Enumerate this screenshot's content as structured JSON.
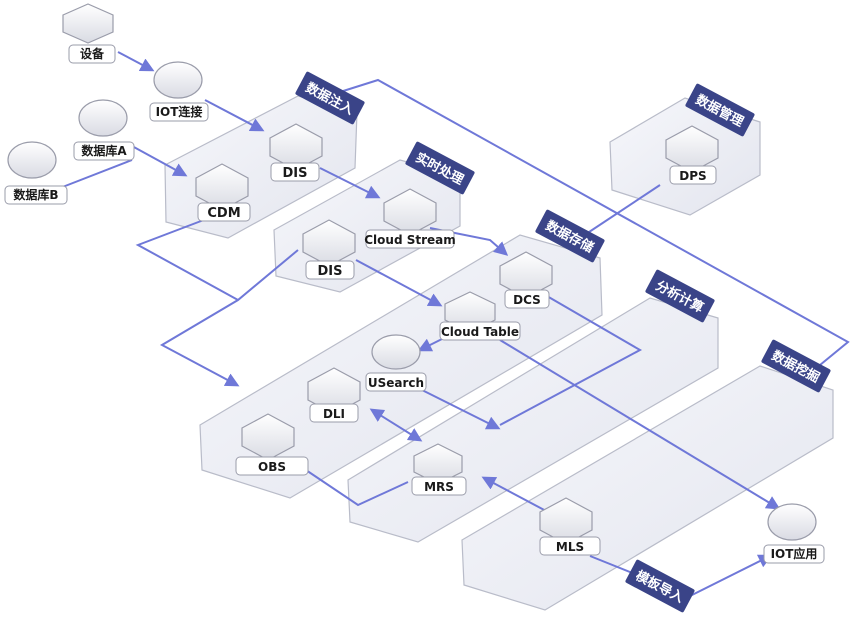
{
  "colors": {
    "accent": "#6f78d8",
    "tag_bg": "#3a4488",
    "tag_text": "#ffffff",
    "panel_fill": "#eef0f6",
    "panel_stroke": "#b9bcc9",
    "label_bg": "#ffffff",
    "label_text": "#1a1a1a"
  },
  "sources": {
    "device": "设备",
    "iot_connect": "IOT连接",
    "db_a": "数据库A",
    "db_b": "数据库B"
  },
  "zones": {
    "ingest": "数据注入",
    "realtime": "实时处理",
    "manage": "数据管理",
    "storage": "数据存储",
    "analytics": "分析计算",
    "mining": "数据挖掘",
    "template": "模板导入"
  },
  "nodes": {
    "dis_top": "DIS",
    "cdm": "CDM",
    "cloud_stream": "Cloud Stream",
    "dis_mid": "DIS",
    "dps": "DPS",
    "dcs": "DCS",
    "cloud_table": "Cloud Table",
    "usearch": "USearch",
    "dli": "DLI",
    "obs": "OBS",
    "mrs": "MRS",
    "mls": "MLS",
    "iot_app": "IOT应用"
  }
}
